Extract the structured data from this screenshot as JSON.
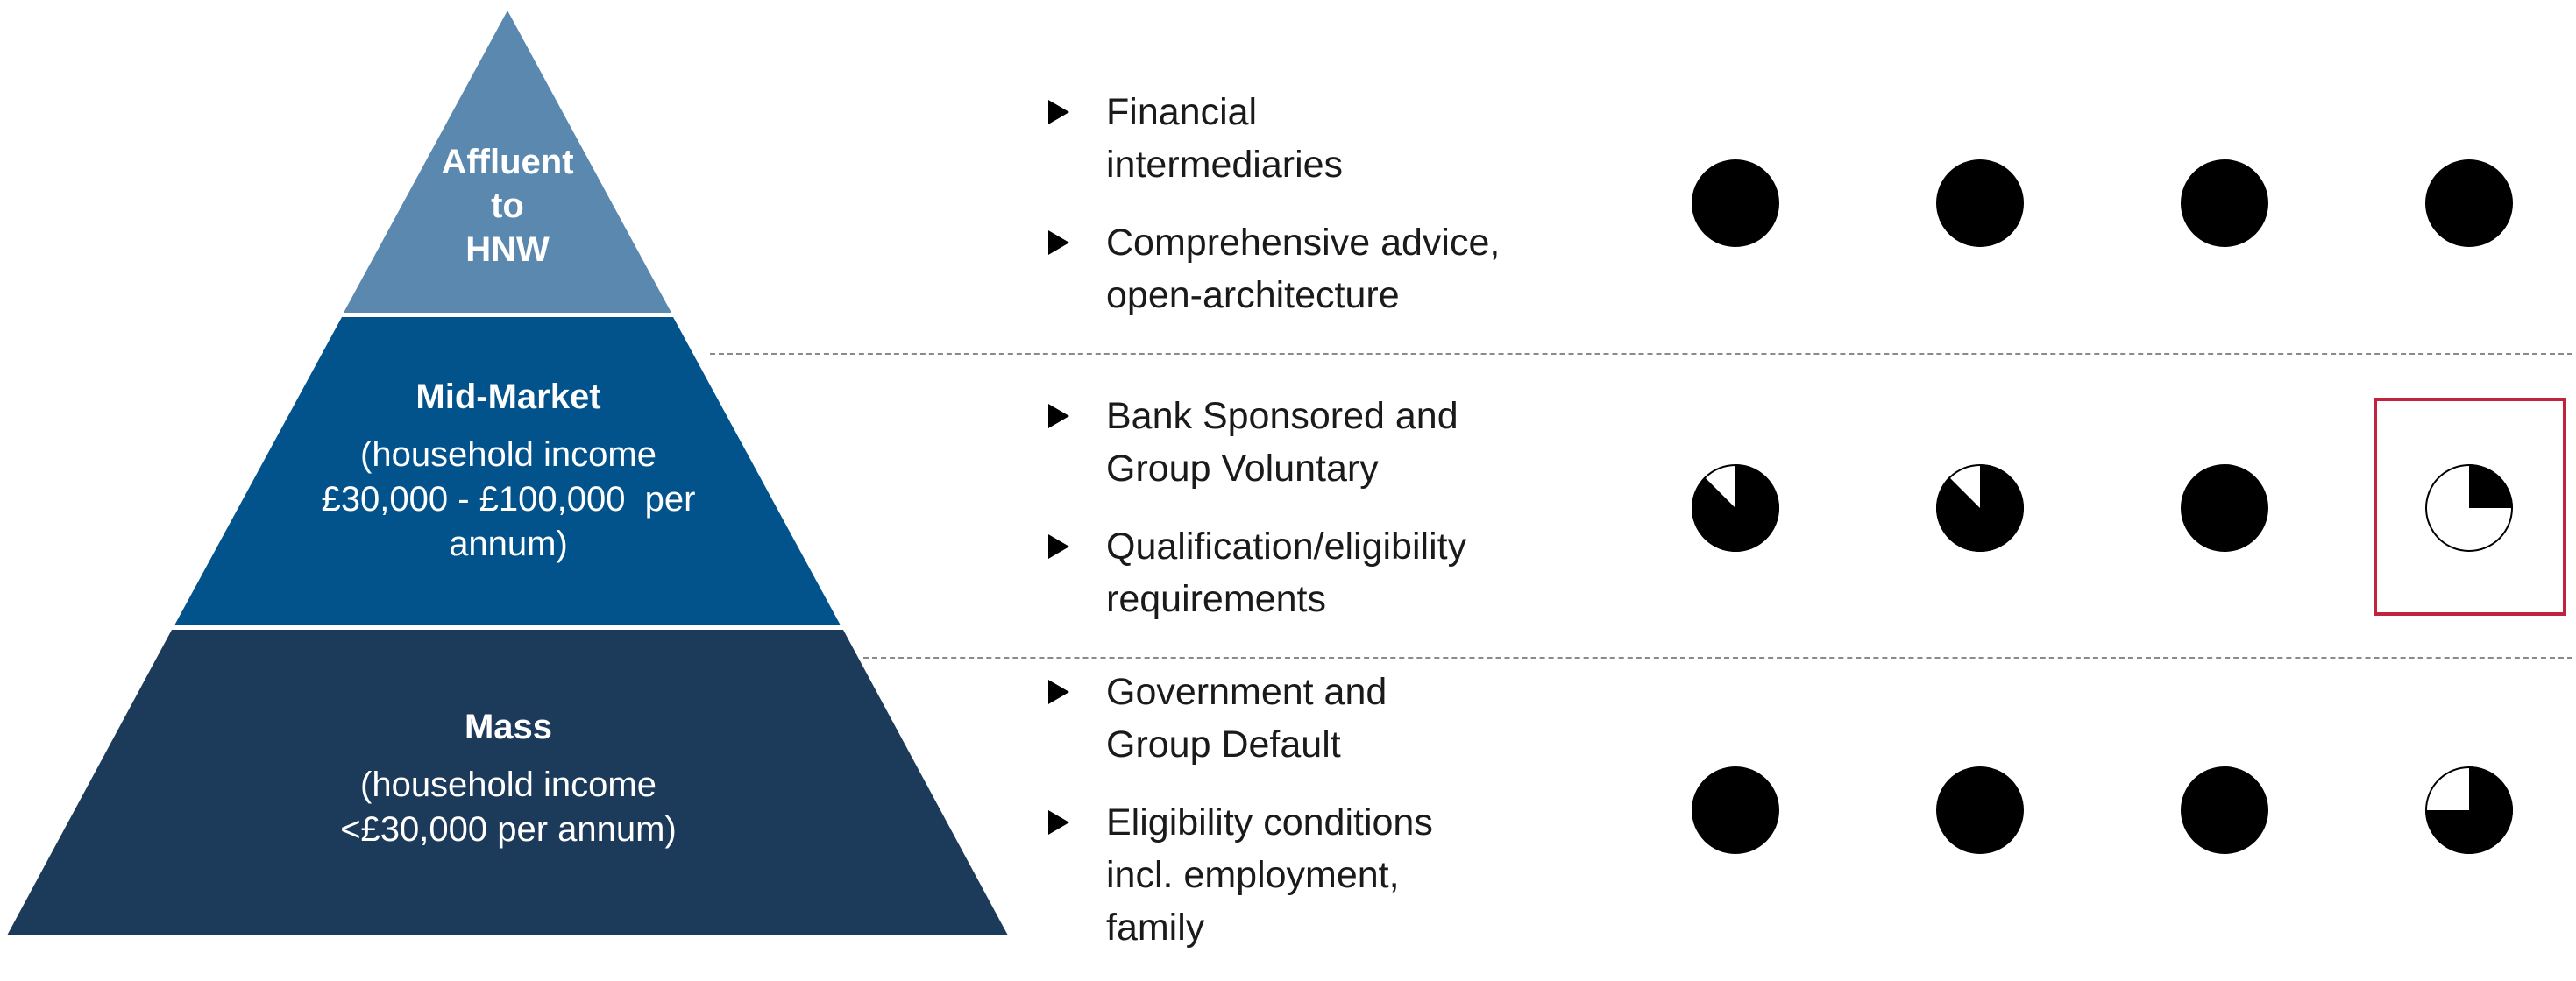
{
  "colors": {
    "tier_top": "#5b88ae",
    "tier_mid": "#02528c",
    "tier_bottom": "#1c3a5a",
    "tier_text": "#ffffff",
    "highlight_border": "#c0233c",
    "divider": "#8a8a8a",
    "ball_fill": "#000000"
  },
  "pyramid": {
    "top": {
      "lines": [
        "Affluent",
        "to",
        "HNW"
      ]
    },
    "middle": {
      "title": "Mid-Market",
      "sub_lines": [
        "(household income",
        "£30,000 - £100,000  per",
        "annum)"
      ]
    },
    "bottom": {
      "title": "Mass",
      "sub_lines": [
        "(household income",
        "<£30,000 per annum)"
      ]
    }
  },
  "rows": [
    {
      "bullets": [
        {
          "lines": [
            "Financial",
            "intermediaries"
          ]
        },
        {
          "lines": [
            "Comprehensive advice,",
            "open-architecture"
          ]
        }
      ],
      "ratings": [
        1,
        1,
        1,
        1
      ],
      "highlighted_index": null
    },
    {
      "bullets": [
        {
          "lines": [
            "Bank Sponsored and",
            "Group Voluntary"
          ]
        },
        {
          "lines": [
            "Qualification/eligibility",
            "requirements"
          ]
        }
      ],
      "ratings": [
        0.875,
        0.875,
        1,
        0.25
      ],
      "highlighted_index": 3
    },
    {
      "bullets": [
        {
          "lines": [
            "Government and",
            "Group Default"
          ]
        },
        {
          "lines": [
            "Eligibility conditions",
            "incl. employment,",
            "family"
          ]
        }
      ],
      "ratings": [
        1,
        1,
        1,
        0.75
      ],
      "highlighted_index": null
    }
  ]
}
